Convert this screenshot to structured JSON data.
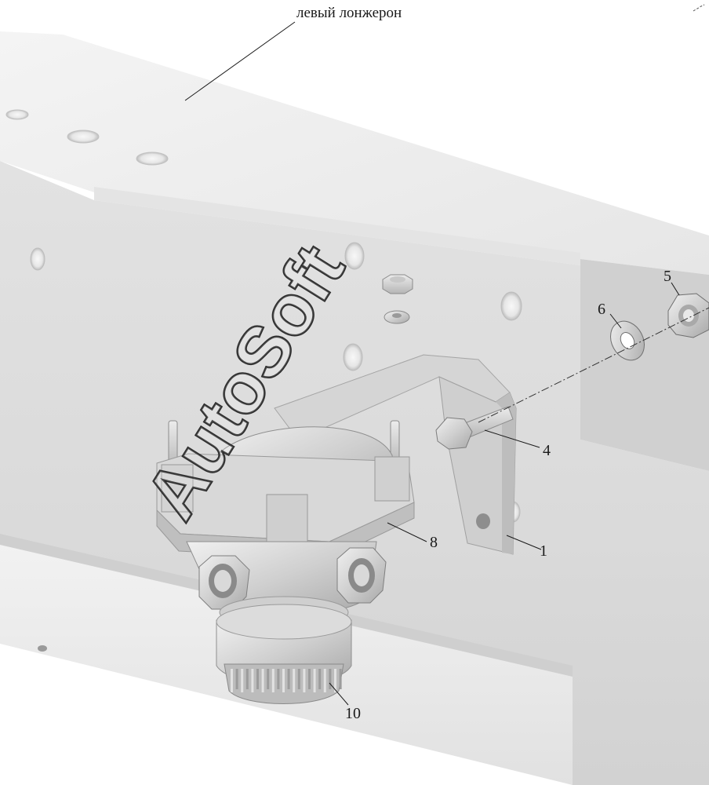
{
  "frame_label": "левый лонжерон",
  "watermark": "AutoSoft",
  "callouts": [
    {
      "id": "part-1",
      "label": "1"
    },
    {
      "id": "part-4",
      "label": "4"
    },
    {
      "id": "part-5",
      "label": "5"
    },
    {
      "id": "part-6",
      "label": "6"
    },
    {
      "id": "part-8",
      "label": "8"
    },
    {
      "id": "part-10",
      "label": "10"
    }
  ],
  "colors": {
    "frame_light": "#efefef",
    "frame_mid": "#dedede",
    "frame_dark": "#c9c9c9",
    "part": "#d6d6d6",
    "line": "#1a1a1a"
  }
}
